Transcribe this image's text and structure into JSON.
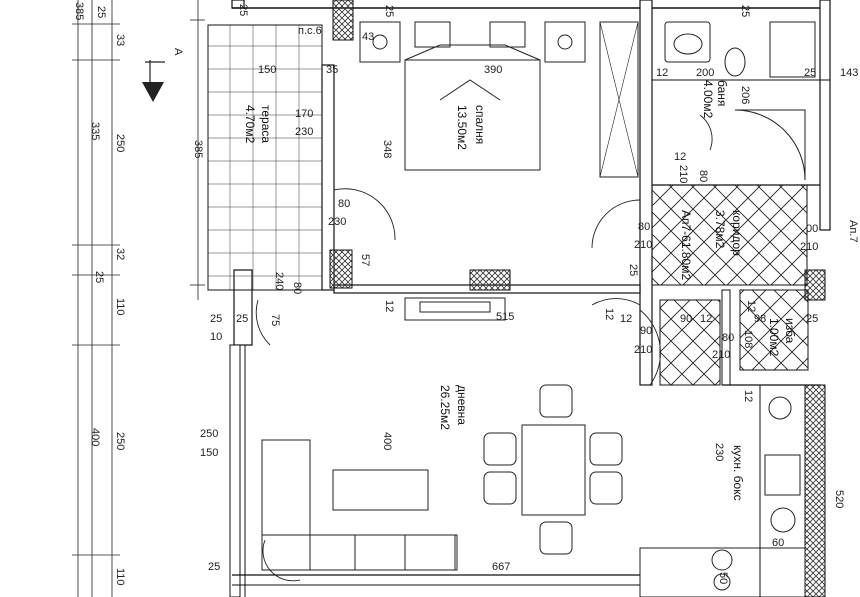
{
  "rooms": {
    "bedroom": {
      "name": "спалня",
      "area": "13.50м2"
    },
    "bath": {
      "name": "баня",
      "area": "4.00м2"
    },
    "terrace": {
      "name": "тераса",
      "area": "4.70м2"
    },
    "corridor": {
      "name": "коридор",
      "area": "3.78м2"
    },
    "apartment": {
      "label": "Ап7-61.80м2"
    },
    "wc": {
      "name": "изба",
      "area": "1.00м2"
    },
    "living": {
      "name": "дневна",
      "area": "26.25м2"
    },
    "kitchen": {
      "name": "кухн. бокс"
    }
  },
  "section_marker": "А",
  "ps_label": "п.с.6",
  "truncated_label": "Ап.7",
  "left_dims": {
    "outer_385": "385",
    "outer_335": "335",
    "outer_400": "400",
    "inner_25a": "25",
    "inner_33": "33",
    "inner_250a": "250",
    "inner_32": "32",
    "inner_25b": "25",
    "inner_110a": "110",
    "inner_250b": "250",
    "inner_110b": "110",
    "mid_385": "385"
  },
  "dims": {
    "d150": "150",
    "d390": "390",
    "d12a": "12",
    "d200": "200",
    "d206": "206",
    "d25a": "25",
    "d143": "143",
    "d25top1": "25",
    "d43": "43",
    "d25top2": "25",
    "d25top3": "25",
    "d35": "35",
    "d170": "170",
    "d230a": "230",
    "d348": "348",
    "d12b": "12",
    "d210a": "210",
    "d80a": "80",
    "d12c": "12",
    "d80b": "80",
    "d230b": "230",
    "d80c": "80",
    "d210b": "210",
    "d100": "00",
    "d210c": "210",
    "d57": "57",
    "d25b": "25",
    "d240": "240",
    "d80d": "80",
    "d12d": "12",
    "d515": "515",
    "d12e": "12",
    "d12f": "12",
    "d90a": "90",
    "d12g": "12",
    "d98": "98",
    "d25c": "25",
    "d25d": "25",
    "d25e": "25",
    "d75": "75",
    "d10": "10",
    "d90b": "90",
    "d210d": "210",
    "d80e": "80",
    "d108": "108",
    "d210e": "210",
    "d12h": "12",
    "d250": "250",
    "d150b": "150",
    "d400": "400",
    "d230c": "230",
    "d520": "520",
    "d60": "60",
    "d667": "667",
    "d25f": "25",
    "d50": "50"
  }
}
